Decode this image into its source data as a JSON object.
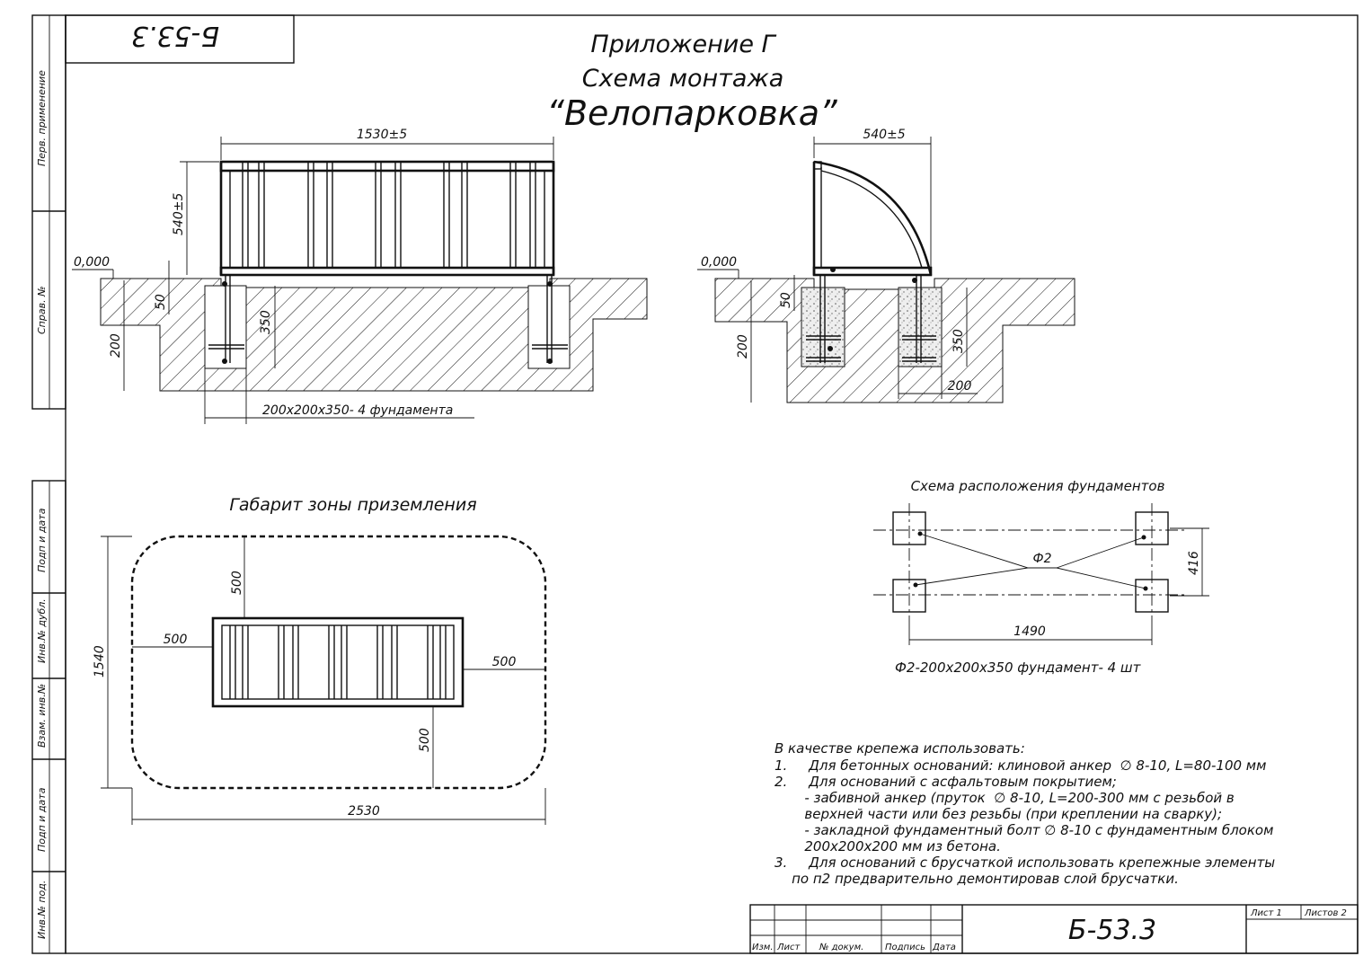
{
  "sheet": {
    "code_topleft": "Б-53.3",
    "code_stamp": "Б-53.3",
    "side_labels": [
      "Перв. применение",
      "Справ. №",
      "Подп и дата",
      "Инв.№ дубл.",
      "Взам. инв.№",
      "Подп и дата",
      "Инв.№ под."
    ],
    "stamp_headers": [
      "Изм.",
      "Лист",
      "№ докум.",
      "Подпись",
      "Дата"
    ],
    "sheet_label": "Лист 1",
    "sheets_label": "Листов 2"
  },
  "title": {
    "line1": "Приложение Г",
    "line2": "Схема монтажа",
    "line3": "“Велопарковка”"
  },
  "front_view": {
    "width_dim": "1530±5",
    "height_dim": "540±5",
    "level": "0,000",
    "dim_50": "50",
    "dim_200": "200",
    "dim_350": "350",
    "foundation_note": "200х200х350- 4 фундамента"
  },
  "side_view": {
    "width_dim": "540±5",
    "level": "0,000",
    "dim_50": "50",
    "dim_200_left": "200",
    "dim_350": "350",
    "dim_200_bottom": "200"
  },
  "landing_zone": {
    "title": "Габарит зоны приземления",
    "dim_top": "500",
    "dim_left": "500",
    "dim_right": "500",
    "dim_bottom": "500",
    "dim_height": "1540",
    "dim_width": "2530"
  },
  "foundation_layout": {
    "title": "Схема расположения фундаментов",
    "label_f2": "Ф2",
    "dim_416": "416",
    "dim_1490": "1490",
    "note": "Ф2-200х200х350  фундамент- 4 шт"
  },
  "notes": [
    "В качестве крепежа использовать:",
    "1.     Для бетонных оснований: клиновой анкер  ∅ 8-10, L=80-100 мм",
    "2.     Для оснований с асфальтовым покрытием;",
    "       - забивной анкер (пруток  ∅ 8-10, L=200-300 мм с резьбой в",
    "       верхней части или без резьбы (при креплении на сварку);",
    "       - закладной фундаментный болт ∅ 8-10 с фундаментным блоком",
    "       200х200х200 мм из бетона.",
    "3.     Для оснований с брусчаткой использовать крепежные элементы",
    "    по п2 предварительно демонтировав слой брусчатки."
  ]
}
